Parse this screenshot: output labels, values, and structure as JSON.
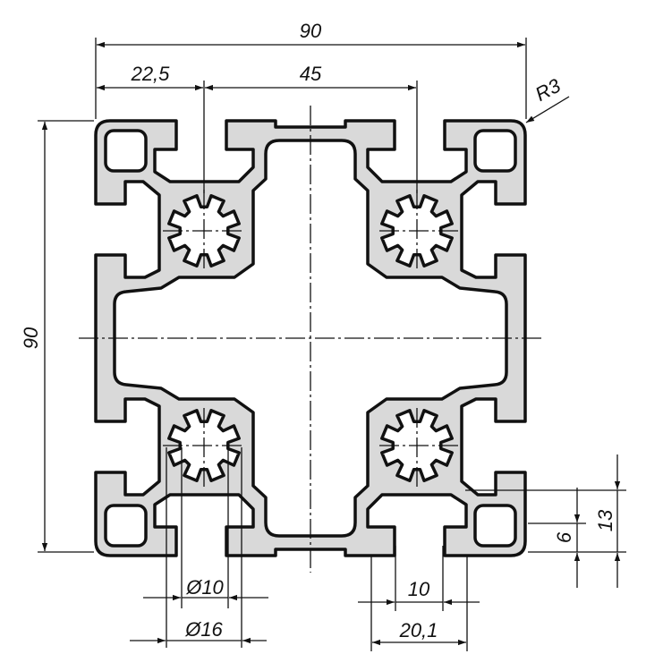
{
  "drawing": {
    "title": "Aluminium profile 90x90 cross-section",
    "colors": {
      "profile_fill": "#d9d9d9",
      "line": "#111111"
    },
    "dimensions": {
      "overall_width": "90",
      "overall_height": "90",
      "offset_edge_to_node": "22,5",
      "node_spacing": "45",
      "corner_radius": "R3",
      "bore_inner": "Ø10",
      "bore_outer": "Ø16",
      "slot_width": "10",
      "slot_outer_width": "20,1",
      "slot_depth_lip": "6",
      "slot_depth": "13"
    }
  }
}
